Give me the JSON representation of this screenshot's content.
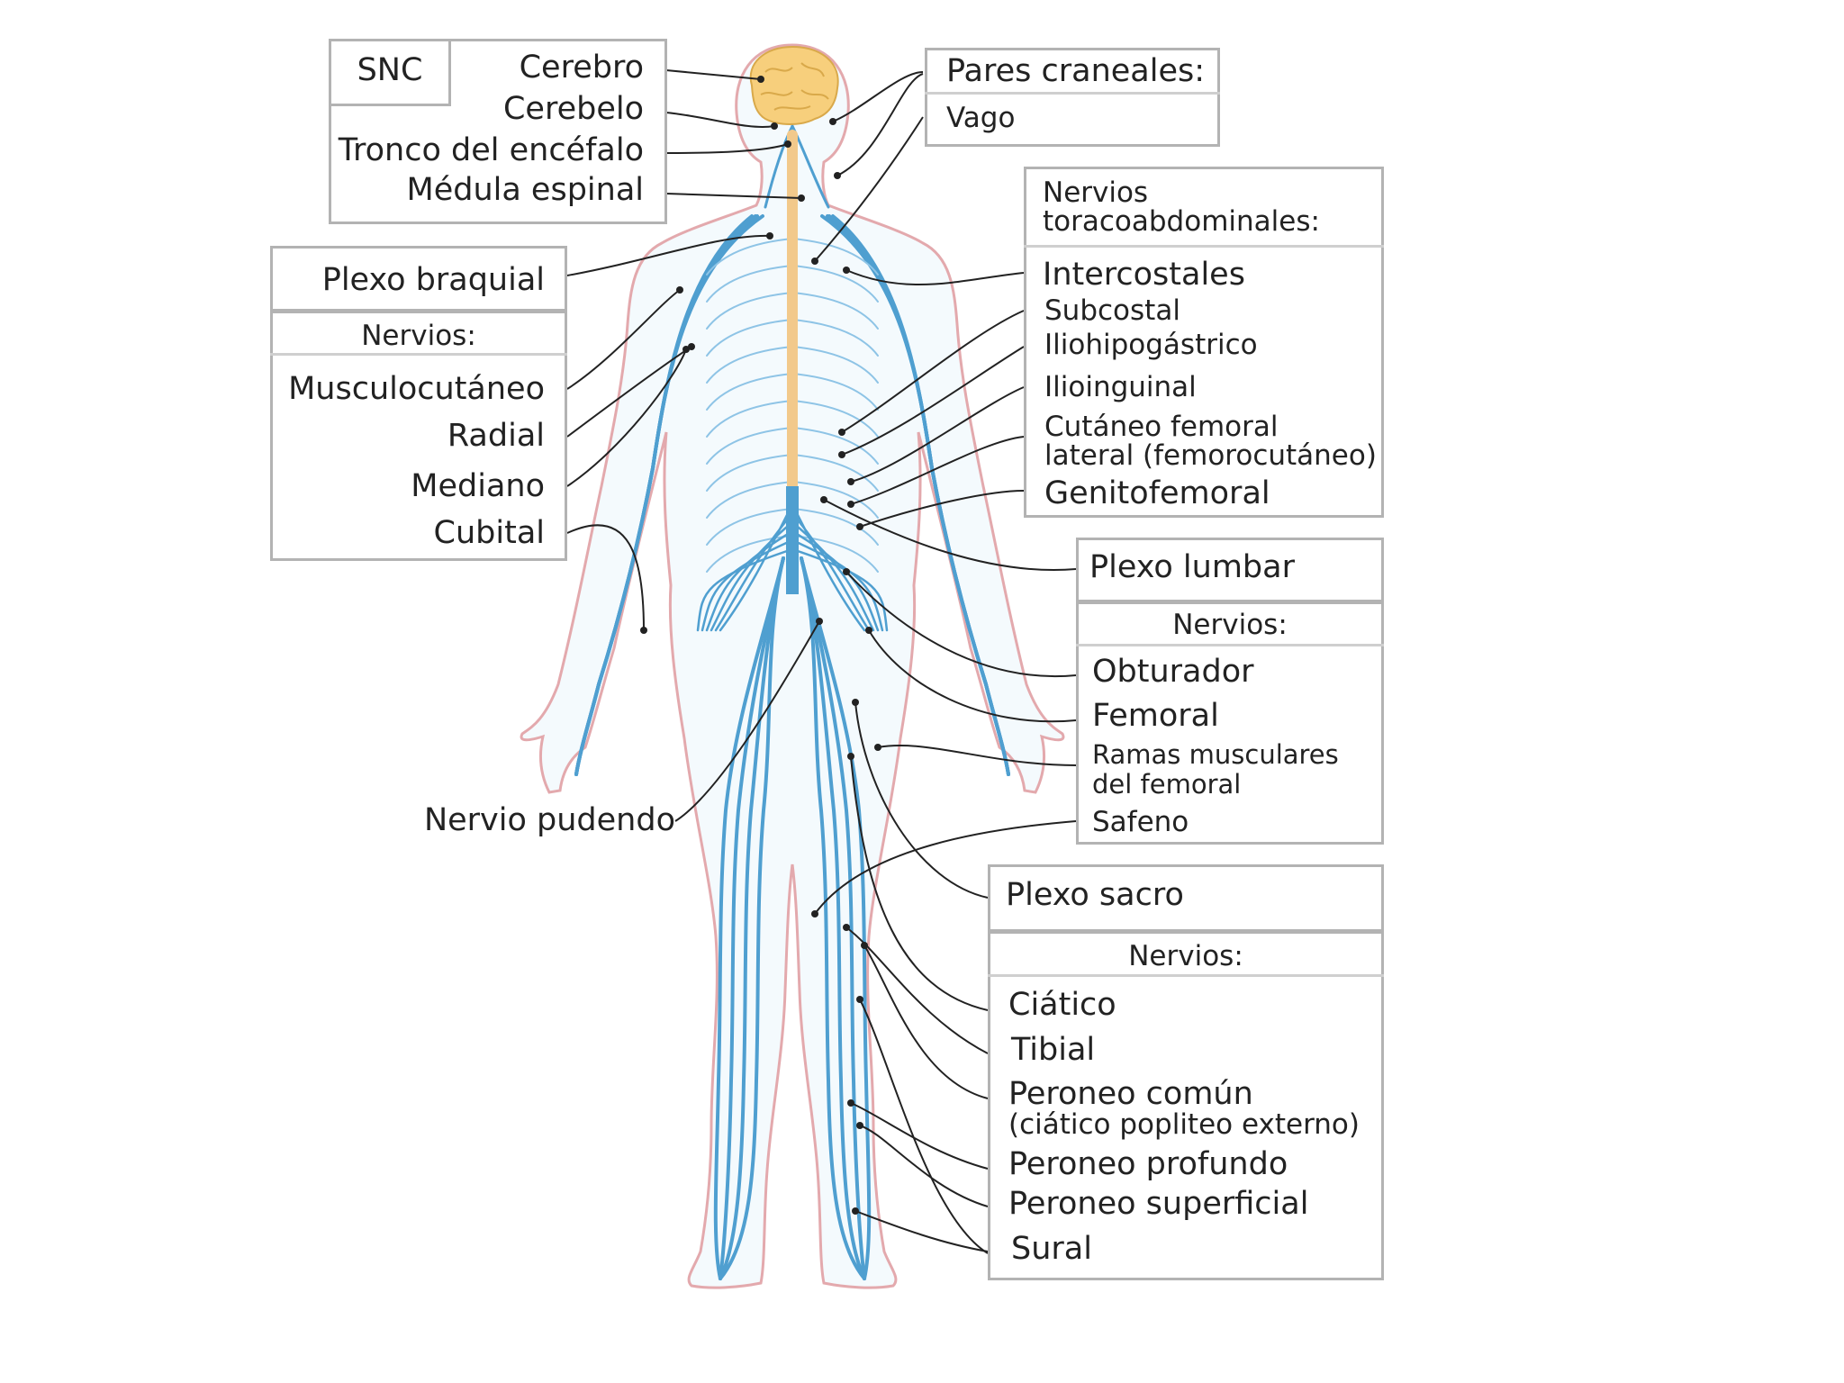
{
  "colors": {
    "nerve": "#4f9fd0",
    "nerve_light": "#8ec4e6",
    "skin_outline": "#e3a9ad",
    "skin_fill": "#f4fafd",
    "cord": "#f2c98b",
    "brain": "#f7cf7c",
    "box_border": "#b3b3b3",
    "leader": "#222222"
  },
  "labels": {
    "snc": "SNC",
    "cerebro": "Cerebro",
    "cerebelo": "Cerebelo",
    "tronco": "Tronco del encéfalo",
    "medula": "Médula espinal",
    "plexo_braquial": "Plexo braquial",
    "nervios_brazo": "Nervios:",
    "musculocutaneo": "Musculocutáneo",
    "radial": "Radial",
    "mediano": "Mediano",
    "cubital": "Cubital",
    "pares_craneales": "Pares craneales:",
    "vago": "Vago",
    "nervios_toraco_1": "Nervios",
    "nervios_toraco_2": "toracoabdominales:",
    "intercostales": "Intercostales",
    "subcostal": "Subcostal",
    "iliohipogastrico": "Iliohipogástrico",
    "ilioinguinal": "Ilioinguinal",
    "cutaneo_1": "Cutáneo femoral",
    "cutaneo_2": "lateral (femorocutáneo)",
    "genitofemoral": "Genitofemoral",
    "plexo_lumbar": "Plexo lumbar",
    "nervios_lumbar": "Nervios:",
    "obturador": "Obturador",
    "femoral": "Femoral",
    "ramas_1": "Ramas musculares",
    "ramas_2": "del femoral",
    "safeno": "Safeno",
    "nervio_pudendo": "Nervio pudendo",
    "plexo_sacro": "Plexo sacro",
    "nervios_sacro": "Nervios:",
    "ciatico": "Ciático",
    "tibial": "Tibial",
    "peroneo_comun_1": "Peroneo común",
    "peroneo_comun_2": "(ciático popliteo externo)",
    "peroneo_profundo": "Peroneo profundo",
    "peroneo_superficial": "Peroneo superficial",
    "sural": "Sural"
  }
}
